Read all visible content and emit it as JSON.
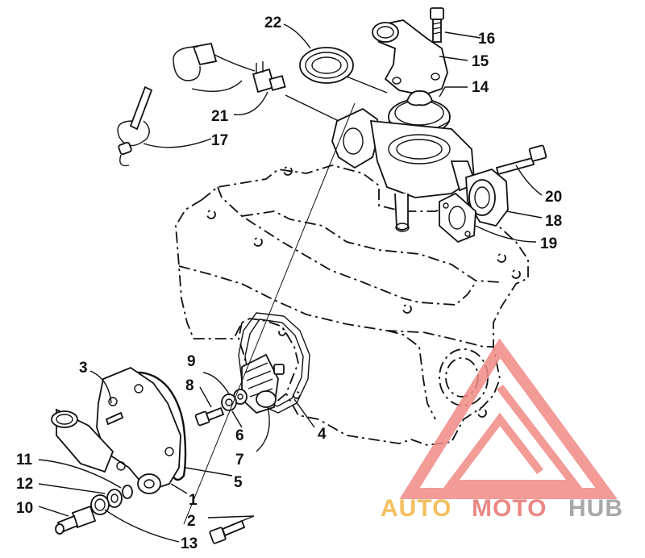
{
  "diagram": {
    "callouts": [
      {
        "id": "c1",
        "text": "1"
      },
      {
        "id": "c2",
        "text": "2"
      },
      {
        "id": "c3",
        "text": "3"
      },
      {
        "id": "c4",
        "text": "4"
      },
      {
        "id": "c5",
        "text": "5"
      },
      {
        "id": "c6",
        "text": "6"
      },
      {
        "id": "c7",
        "text": "7"
      },
      {
        "id": "c8",
        "text": "8"
      },
      {
        "id": "c9",
        "text": "9"
      },
      {
        "id": "c10",
        "text": "10"
      },
      {
        "id": "c11",
        "text": "11"
      },
      {
        "id": "c12",
        "text": "12"
      },
      {
        "id": "c13",
        "text": "13"
      },
      {
        "id": "c14",
        "text": "14"
      },
      {
        "id": "c15",
        "text": "15"
      },
      {
        "id": "c16",
        "text": "16"
      },
      {
        "id": "c17",
        "text": "17"
      },
      {
        "id": "c18",
        "text": "18"
      },
      {
        "id": "c19",
        "text": "19"
      },
      {
        "id": "c20",
        "text": "20"
      },
      {
        "id": "c21",
        "text": "21"
      },
      {
        "id": "c22",
        "text": "22"
      }
    ]
  },
  "watermark": {
    "auto": "AUTO",
    "moto": "MOTO",
    "hub": "HUB",
    "colors": {
      "auto": "#f2b544",
      "moto": "#e8746f",
      "hub": "#9a9a9a",
      "logo": "#f08a86"
    }
  }
}
